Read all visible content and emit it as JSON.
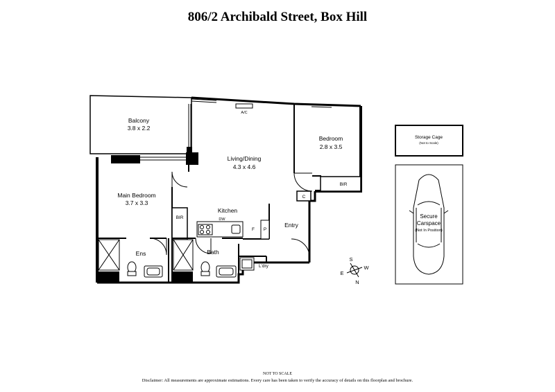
{
  "title": "806/2 Archibald Street, Box Hill",
  "rooms": {
    "balcony": {
      "name": "Balcony",
      "size": "3.8 x 2.2"
    },
    "living": {
      "name": "Living/Dining",
      "size": "4.3 x 4.6"
    },
    "bedroom": {
      "name": "Bedroom",
      "size": "2.8 x 3.5"
    },
    "main_bedroom": {
      "name": "Main Bedroom",
      "size": "3.7 x 3.3"
    },
    "kitchen": {
      "name": "Kitchen"
    },
    "entry": {
      "name": "Entry"
    },
    "ens": {
      "name": "Ens"
    },
    "bath": {
      "name": "Bath"
    },
    "laundry": {
      "name": "L'dry"
    }
  },
  "fixtures": {
    "ac": "A/C",
    "bir_bedroom": "BIR",
    "bir_main": "BIR",
    "cupboard": "C",
    "dishwasher": "DW",
    "fridge": "F",
    "pantry": "P"
  },
  "storage_cage": {
    "title": "Storage Cage",
    "note": "(Not to Scale)"
  },
  "carspace": {
    "line1": "Secure",
    "line2": "Carspace",
    "line3": "(Not In Position)"
  },
  "compass": {
    "s": "S",
    "w": "W",
    "e": "E",
    "n": "N"
  },
  "footer": {
    "not_to_scale": "NOT TO SCALE",
    "disclaimer": "Disclaimer: All measurements are approximate estimations. Every care has been taken to verify the accuracy of details on this floorplan and brochure."
  }
}
